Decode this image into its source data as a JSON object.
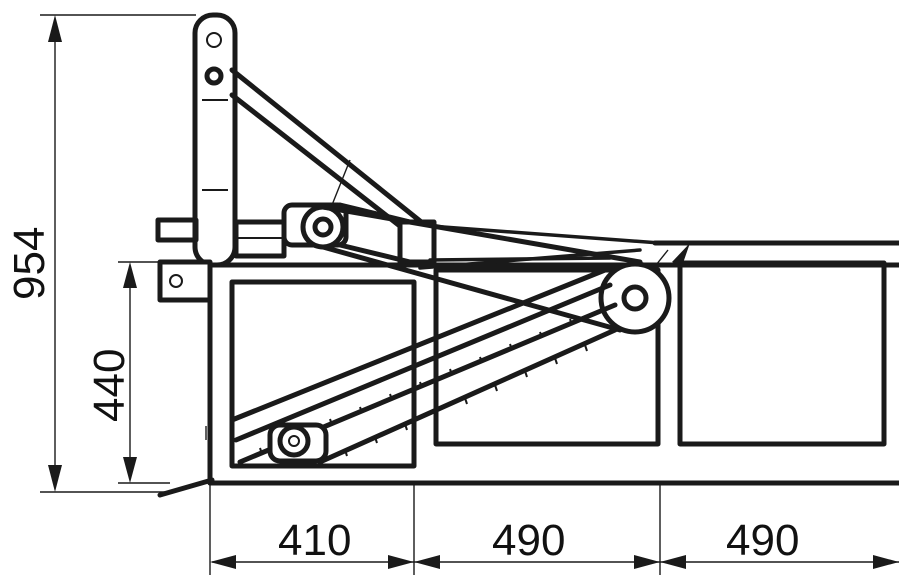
{
  "dimensions": {
    "total_height": "954",
    "frame_height": "440",
    "bay_1_width": "410",
    "bay_2_width": "490",
    "bay_3_width": "490"
  }
}
